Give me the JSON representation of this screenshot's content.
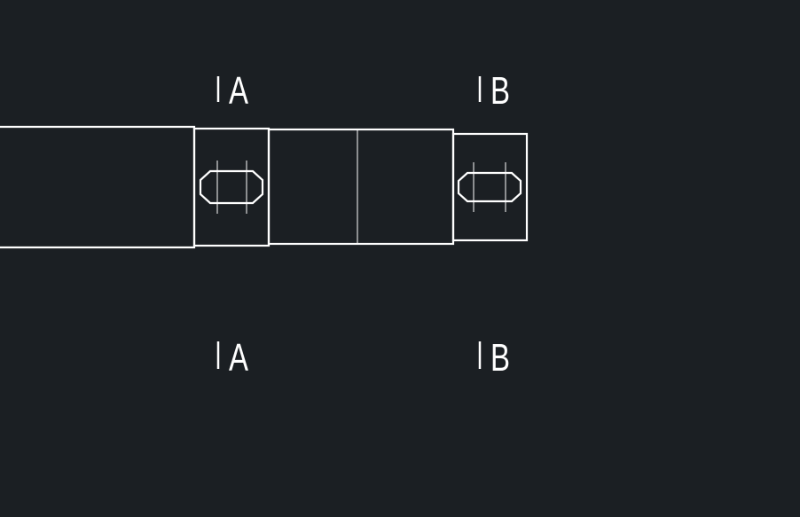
{
  "colors": {
    "background": "#1b1f23",
    "stroke": "#ffffff"
  },
  "section_markers": {
    "top_a": "A",
    "top_b": "B",
    "bottom_a": "A",
    "bottom_b": "B"
  }
}
